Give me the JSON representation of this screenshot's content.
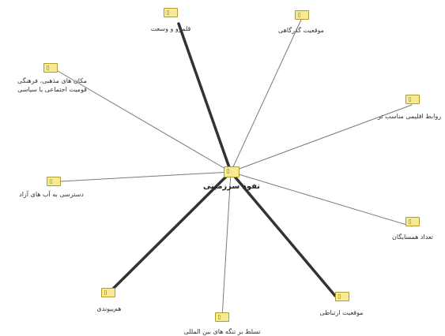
{
  "diagram": {
    "center": {
      "label": "نفوذ سرزمینی",
      "icon": "folder-icon"
    },
    "nodes": [
      {
        "id": "n1",
        "label": "قلمرو و وسعت",
        "weight": "strong"
      },
      {
        "id": "n2",
        "label": "موقعیت گذرگاهی",
        "weight": "weak"
      },
      {
        "id": "n3",
        "label": "روابط اقلیمی مناسب تر",
        "weight": "weak"
      },
      {
        "id": "n4",
        "label": "تعداد همسایگان",
        "weight": "weak"
      },
      {
        "id": "n5",
        "label": "موقعیت ارتباطی",
        "weight": "strong"
      },
      {
        "id": "n6",
        "label": "تسلط بر تنگه های بین المللی",
        "weight": "weak"
      },
      {
        "id": "n7",
        "label": "هم‌پیوندی",
        "weight": "strong"
      },
      {
        "id": "n8",
        "label": "دسترسی به آب های آزاد",
        "weight": "weak"
      },
      {
        "id": "n9",
        "label": "مکان های مذهبی، فرهنگی\nقومیت اجتماعی یا سیاسی",
        "weight": "weak"
      }
    ],
    "colors": {
      "strong_edge": "#333333",
      "weak_edge": "#7a7a7a",
      "icon_fill": "#f6ea93",
      "icon_border": "#b49b2d"
    }
  }
}
